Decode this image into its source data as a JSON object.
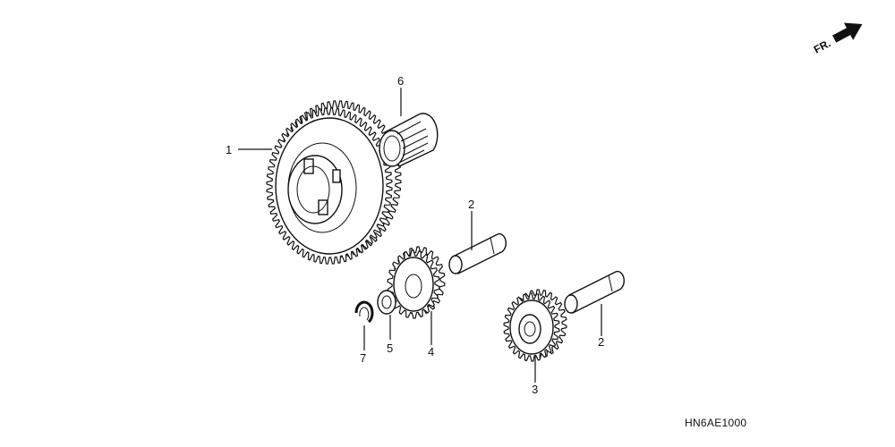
{
  "direction_indicator": {
    "label": "FR.",
    "icon": "arrow-icon"
  },
  "diagram_code": "HN6AE1000",
  "callouts": [
    {
      "id": "1",
      "part": "final-driven-gear"
    },
    {
      "id": "2",
      "part": "shaft-upper"
    },
    {
      "id": "2",
      "part": "shaft-lower"
    },
    {
      "id": "3",
      "part": "idle-gear"
    },
    {
      "id": "4",
      "part": "drive-gear"
    },
    {
      "id": "5",
      "part": "washer"
    },
    {
      "id": "6",
      "part": "needle-bearing"
    },
    {
      "id": "7",
      "part": "circlip"
    }
  ]
}
